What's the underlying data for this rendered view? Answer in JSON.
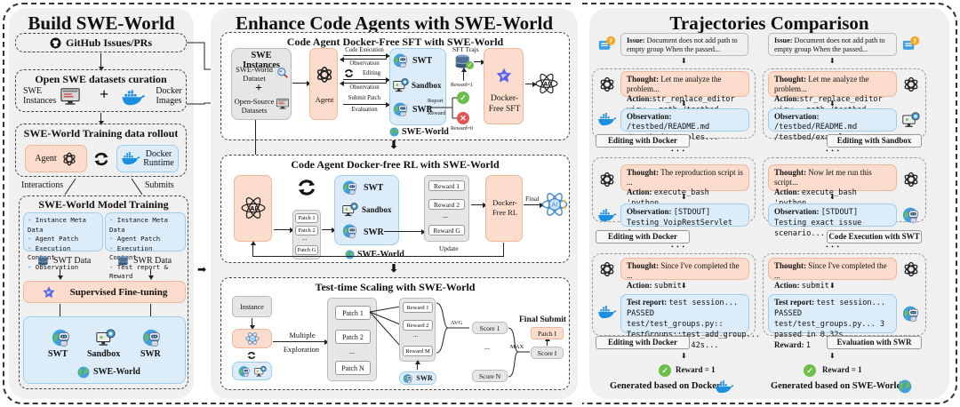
{
  "build": {
    "title": "Build SWE-World",
    "github": "GitHub Issues/PRs",
    "curation": {
      "title": "Open SWE datasets curation",
      "left_label": "SWE Instances",
      "right_label": "Docker Images",
      "plus": "+"
    },
    "rollout": {
      "title": "SWE-World Training data rollout",
      "agent": "Agent",
      "runtime": "Docker Runtime"
    },
    "edge_interactions": "Interactions",
    "edge_submits": "Submits",
    "training": {
      "title": "SWE-World Model Training",
      "swt_items": [
        "Instance Meta Data",
        "Agent Patch",
        "Execution Content",
        "Observation"
      ],
      "swr_items": [
        "Instance Meta Data",
        "Agent Patch",
        "Execution Content",
        "Test report & Reward"
      ],
      "swt_data": "SWT Data",
      "swr_data": "SWR Data",
      "sft": "Supervised Fine-tuning",
      "models": [
        "SWT",
        "Sandbox",
        "SWR"
      ],
      "world": "SWE-World"
    }
  },
  "enhance": {
    "title": "Enhance Code Agents with SWE-World",
    "sft": {
      "title": "Code Agent Docker-Free SFT with SWE-World",
      "instances_title": "SWE Instances",
      "dataset1": "SWE-World Dataset",
      "dataset2": "Open-Source Datasets",
      "plus": "+",
      "agent": "Agent",
      "edges": [
        "Code Execution",
        "Observation",
        "Editing",
        "Observation",
        "Submit Patch",
        "Evaluation"
      ],
      "models": [
        "SWT",
        "Sandbox",
        "SWR"
      ],
      "world": "SWE-World",
      "report": "Report",
      "reward": "Reward",
      "sft_trajs": "SFT Trajs",
      "reward1": "Reward=1",
      "reward0": "Reward=0",
      "docker_free": "Docker-Free SFT"
    },
    "rl": {
      "title": "Code Agent Docker-free RL with SWE-World",
      "patches": [
        "Patch 1",
        "Patch 2",
        "...",
        "Patch G"
      ],
      "models": [
        "SWT",
        "Sandbox",
        "SWR"
      ],
      "world": "SWE-World",
      "rewards": [
        "Reward 1",
        "Reward 2",
        "...",
        "Reward G"
      ],
      "docker_free": "Docker-Free RL",
      "final": "Final",
      "update": "Update",
      "ai": "AI"
    },
    "tts": {
      "title": "Test-time Scaling with SWE-World",
      "instance": "Instance",
      "multiple": "Multiple",
      "exploration": "Exploration",
      "patches": [
        "Patch 1",
        "Patch 2",
        "...",
        "Patch N"
      ],
      "rewards": [
        "Reward 1",
        "Reward 2",
        "...",
        "Reward M"
      ],
      "swr": "SWR",
      "avg": "AVG",
      "scores": [
        "Score 1",
        "...",
        "Score N"
      ],
      "max": "MAX",
      "score_i": "Score I",
      "final_submit": "Final Submit",
      "patch_i": "Patch I"
    }
  },
  "traj": {
    "title": "Trajectories Comparison",
    "left": {
      "issue_label": "Issue:",
      "issue_text": "Document does not add path to empty group When the passed...",
      "steps": [
        {
          "thought_label": "Thought:",
          "thought": "Let me analyze the problem...",
          "action_label": "Action:",
          "action": "str_replace_editor view --path /testbed",
          "obs_label": "Observation:",
          "obs": "/testbed/README.md /testbed/examples...",
          "tag": "Editing with Docker"
        },
        {
          "thought_label": "Thought:",
          "thought": "The reproduction script is ...",
          "action_label": "Action:",
          "action": "execute_bash 'python reproduce_issue.py'",
          "obs_label": "Observation:",
          "obs": "[STDOUT] Testing VoipRestServlet for...",
          "tag": "Editing with Docker"
        },
        {
          "thought_label": "Thought:",
          "thought": "Since I've completed the ...",
          "action_label": "Action:",
          "action": "submit",
          "obs_label": "Test report:",
          "obs": "test session... PASSED test/test_groups.py:: TestGroups::test_add_group... 3 passed in 0.42s...",
          "tag": "Editing with Docker"
        }
      ],
      "reward": "Reward = 1",
      "footer": "Generated based on Docker"
    },
    "right": {
      "issue_label": "Issue:",
      "issue_text": "Document does not add path to empty group When the passed...",
      "steps": [
        {
          "thought_label": "Thought:",
          "thought": "Let me analyze the problem...",
          "action_label": "Action:",
          "action": "str_replace_editor view --path /testbed",
          "obs_label": "Observation:",
          "obs": "/testbed/README.md /testbed/examples...",
          "tag": "Editing with Sandbox"
        },
        {
          "thought_label": "Thought:",
          "thought": "Now let me run this script...",
          "action_label": "Action:",
          "action": "execute_bash 'python final_verification.py'",
          "obs_label": "Observation:",
          "obs": "[STDOUT] Testing exact issue scenario...",
          "tag": "Code Execution with SWT"
        },
        {
          "thought_label": "Thought:",
          "thought": "Since I've completed the ...",
          "action_label": "Action:",
          "action": "submit",
          "obs_label": "Test report:",
          "obs": "test session... PASSED test/test_groups.py... 3 passed in 0.32s...",
          "reward_label": "Reward:",
          "reward_value": "1",
          "tag": "Evaluation with SWR"
        }
      ],
      "reward": "Reward = 1",
      "footer": "Generated based on SWE-World"
    },
    "ellipsis": "• • •"
  },
  "colors": {
    "peach": "#fbdccd",
    "light_blue": "#dcedf9",
    "panel_gray": "#f0f0f0",
    "docker_blue": "#1d8fe0",
    "check_green": "#6cbf4a",
    "cross_red": "#e25555"
  }
}
